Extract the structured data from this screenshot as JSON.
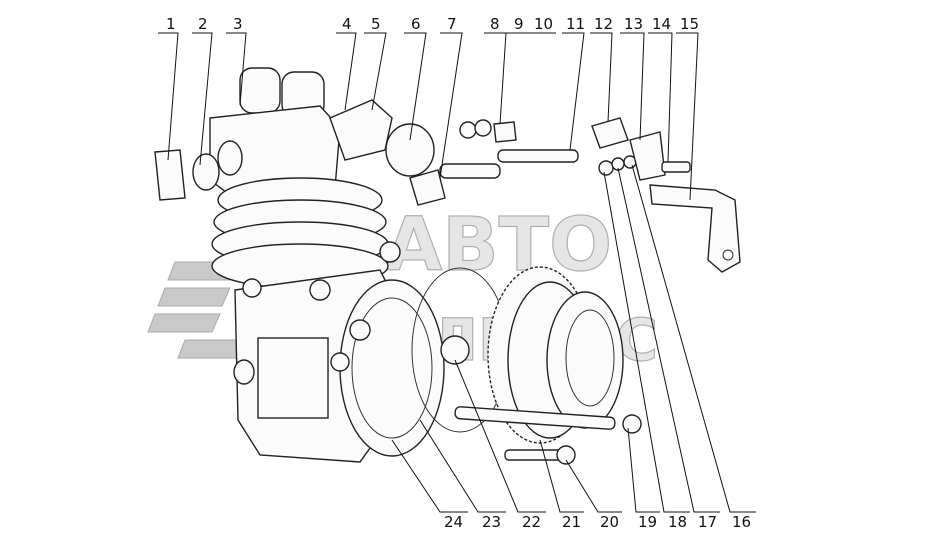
{
  "watermark": {
    "line1": "АВТО",
    "line2": "АЛЬЯНС"
  },
  "callouts": {
    "top": [
      "1",
      "2",
      "3",
      "4",
      "5",
      "6",
      "7",
      "8",
      "9",
      "10",
      "11",
      "12",
      "13",
      "14",
      "15"
    ],
    "bottom": [
      "24",
      "23",
      "22",
      "21",
      "20",
      "19",
      "18",
      "17",
      "16"
    ]
  }
}
